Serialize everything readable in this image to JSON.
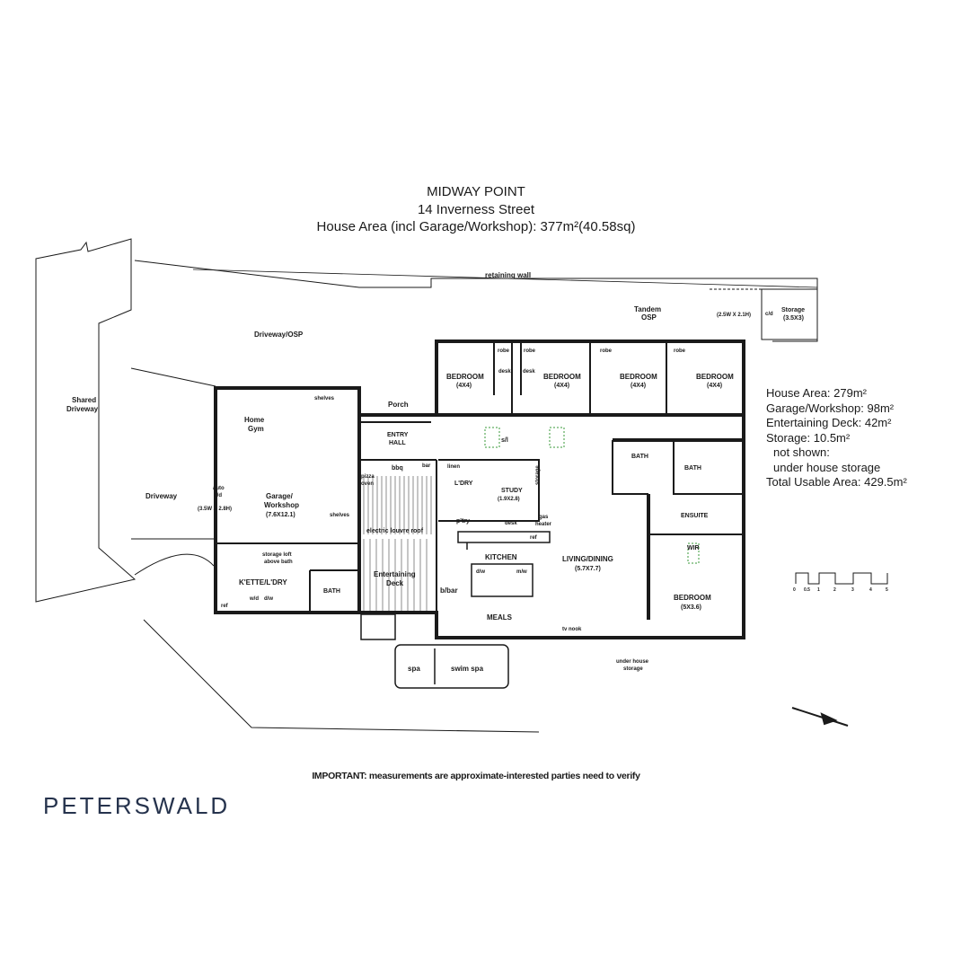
{
  "header": {
    "suburb": "MIDWAY POINT",
    "street": "14 Inverness Street",
    "house_area": "House Area (incl Garage/Workshop): 377m²(40.58sq)"
  },
  "areas": [
    "House Area: 279m²",
    "Garage/Workshop: 98m²",
    "Entertaining Deck: 42m²",
    "Storage: 10.5m²",
    "  not shown:",
    "  under house storage",
    "Total Usable Area: 429.5m²"
  ],
  "labels": {
    "retaining_wall": "retaining wall",
    "driveway_osp": "Driveway/OSP",
    "tandem": "Tandem",
    "osp": "OSP",
    "storage_dims": "(2.5W X 2.1H)",
    "cd": "c/d",
    "storage": "Storage",
    "storage_size": "(3.5X3)",
    "shared": "Shared",
    "driveway": "Driveway",
    "driveway_left": "Driveway",
    "bedroom": "BEDROOM",
    "bed_size": "(4X4)",
    "robe": "robe",
    "desk": "desk",
    "home": "Home",
    "gym": "Gym",
    "shelves": "shelves",
    "porch": "Porch",
    "entry": "ENTRY",
    "hall": "HALL",
    "sl": "s/l",
    "auto": "auto",
    "pd": "p/d",
    "garage_dims": "(3.5W X 2.8H)",
    "garage": "Garage/",
    "workshop": "Workshop",
    "garage_size": "(7.6X12.1)",
    "storage_loft": "storage loft",
    "above_bath": "above bath",
    "kette": "K'ETTE/L'DRY",
    "bath": "BATH",
    "ref": "ref",
    "wd": "w/d",
    "dw": "d/w",
    "pizza": "pizza",
    "oven": "oven",
    "bbq": "bbq",
    "bar": "bar",
    "linen": "linen",
    "ldry": "L'DRY",
    "study": "STUDY",
    "study_size": "(1.9X2.8)",
    "storage_v": "storage",
    "gas": "gas",
    "heater": "heater",
    "ptry": "p'try",
    "electric_louvre": "electric louvre roof",
    "entertaining": "Entertaining",
    "deck": "Deck",
    "kitchen": "KITCHEN",
    "mw": "m/w",
    "living": "LIVING/DINING",
    "living_size": "(5.7X7.7)",
    "bbar": "b/bar",
    "meals": "MEALS",
    "tv_nook": "tv nook",
    "ensuite": "ENSUITE",
    "wir": "WIR",
    "bedroom_main_size": "(5X3.6)",
    "spa": "spa",
    "swim_spa": "swim spa",
    "under_house": "under house",
    "storage_lower": "storage",
    "scale_marks": [
      "0",
      "0.5",
      "1",
      "2",
      "3",
      "4",
      "5"
    ]
  },
  "note": "IMPORTANT: measurements are approximate-interested parties need to verify",
  "brand": "PETERSWALD",
  "colors": {
    "line": "#1a1a1a",
    "brand": "#26334d",
    "accent": "#3a9a3a"
  }
}
